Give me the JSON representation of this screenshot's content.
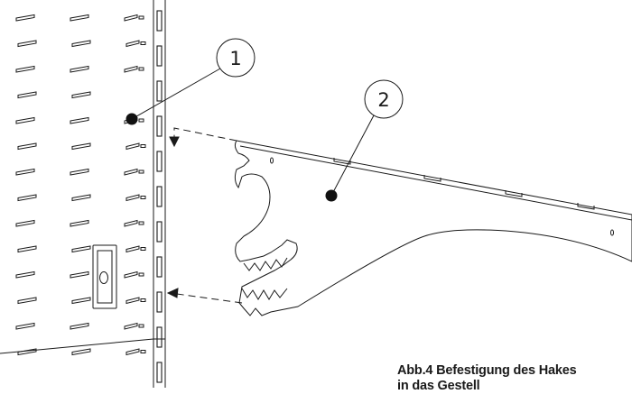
{
  "diagram": {
    "callouts": [
      {
        "id": "1",
        "label": "1",
        "target": "wall-panel"
      },
      {
        "id": "2",
        "label": "2",
        "target": "bracket-hook"
      }
    ],
    "parts": [
      "slotted-wall-panel",
      "bracket-hook",
      "mounting-arrows"
    ]
  },
  "caption": {
    "line1": "Abb.4 Befestigung des Hakes",
    "line2": "in das Gestell"
  },
  "colors": {
    "line": "#1a1a1a",
    "background": "#ffffff"
  }
}
